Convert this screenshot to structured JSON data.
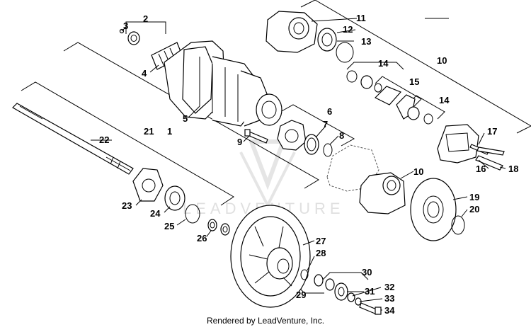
{
  "diagram": {
    "watermark": "LEADVENTURE",
    "footer": "Rendered by LeadVenture, Inc.",
    "callouts": [
      "1",
      "2",
      "3",
      "4",
      "5",
      "6",
      "7",
      "8",
      "9",
      "10",
      "10",
      "11",
      "12",
      "13",
      "14",
      "14",
      "15",
      "16",
      "17",
      "18",
      "19",
      "20",
      "21",
      "22",
      "23",
      "24",
      "25",
      "26",
      "27",
      "28",
      "29",
      "30",
      "31",
      "32",
      "33",
      "34"
    ]
  }
}
